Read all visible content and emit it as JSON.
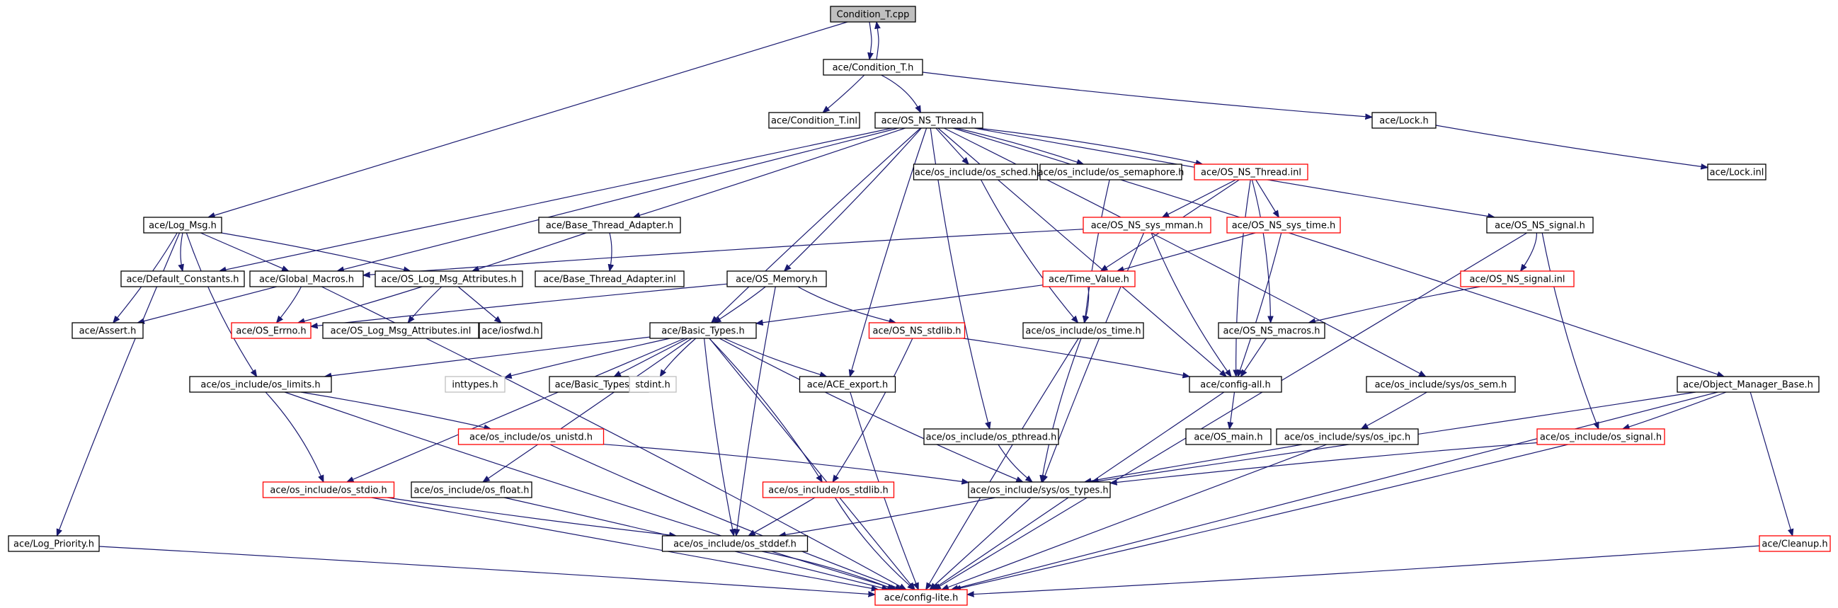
{
  "graph": {
    "nodes": [
      {
        "id": "n0",
        "label": "Condition_T.cpp",
        "style": "root"
      },
      {
        "id": "n1",
        "label": "ace/Condition_T.h",
        "style": "normal"
      },
      {
        "id": "n2",
        "label": "ace/Condition_T.inl",
        "style": "normal"
      },
      {
        "id": "n3",
        "label": "ace/OS_NS_Thread.h",
        "style": "normal"
      },
      {
        "id": "n4",
        "label": "ace/Lock.h",
        "style": "normal"
      },
      {
        "id": "n5",
        "label": "ace/Lock.inl",
        "style": "normal"
      },
      {
        "id": "n6",
        "label": "ace/os_include/os_sched.h",
        "style": "normal"
      },
      {
        "id": "n7",
        "label": "ace/os_include/os_semaphore.h",
        "style": "normal"
      },
      {
        "id": "n8",
        "label": "ace/OS_NS_Thread.inl",
        "style": "red"
      },
      {
        "id": "n9",
        "label": "ace/Log_Msg.h",
        "style": "normal"
      },
      {
        "id": "n10",
        "label": "ace/Base_Thread_Adapter.h",
        "style": "normal"
      },
      {
        "id": "n11",
        "label": "ace/OS_NS_sys_mman.h",
        "style": "red"
      },
      {
        "id": "n12",
        "label": "ace/OS_NS_sys_time.h",
        "style": "red"
      },
      {
        "id": "n13",
        "label": "ace/OS_NS_signal.h",
        "style": "normal"
      },
      {
        "id": "n14",
        "label": "ace/Default_Constants.h",
        "style": "normal"
      },
      {
        "id": "n15",
        "label": "ace/Global_Macros.h",
        "style": "normal"
      },
      {
        "id": "n16",
        "label": "ace/OS_Log_Msg_Attributes.h",
        "style": "normal"
      },
      {
        "id": "n17",
        "label": "ace/Base_Thread_Adapter.inl",
        "style": "normal"
      },
      {
        "id": "n18",
        "label": "ace/OS_Memory.h",
        "style": "normal"
      },
      {
        "id": "n19",
        "label": "ace/Time_Value.h",
        "style": "red"
      },
      {
        "id": "n20",
        "label": "ace/OS_NS_signal.inl",
        "style": "red"
      },
      {
        "id": "n21",
        "label": "ace/Assert.h",
        "style": "normal"
      },
      {
        "id": "n22",
        "label": "ace/OS_Errno.h",
        "style": "red"
      },
      {
        "id": "n23",
        "label": "ace/OS_Log_Msg_Attributes.inl",
        "style": "normal"
      },
      {
        "id": "n24",
        "label": "ace/iosfwd.h",
        "style": "normal"
      },
      {
        "id": "n25",
        "label": "ace/Basic_Types.h",
        "style": "normal"
      },
      {
        "id": "n26",
        "label": "ace/OS_NS_stdlib.h",
        "style": "red"
      },
      {
        "id": "n27",
        "label": "ace/os_include/os_time.h",
        "style": "normal"
      },
      {
        "id": "n28",
        "label": "ace/OS_NS_macros.h",
        "style": "normal"
      },
      {
        "id": "n29",
        "label": "ace/os_include/os_limits.h",
        "style": "normal"
      },
      {
        "id": "n30",
        "label": "inttypes.h",
        "style": "gray"
      },
      {
        "id": "n31",
        "label": "ace/Basic_Types.inl",
        "style": "normal"
      },
      {
        "id": "n32",
        "label": "stdint.h",
        "style": "gray"
      },
      {
        "id": "n33",
        "label": "ace/ACE_export.h",
        "style": "normal"
      },
      {
        "id": "n34",
        "label": "ace/config-all.h",
        "style": "normal"
      },
      {
        "id": "n35",
        "label": "ace/os_include/sys/os_sem.h",
        "style": "normal"
      },
      {
        "id": "n36",
        "label": "ace/Object_Manager_Base.h",
        "style": "normal"
      },
      {
        "id": "n37",
        "label": "ace/OS_main.h",
        "style": "normal"
      },
      {
        "id": "n38",
        "label": "ace/os_include/os_unistd.h",
        "style": "red"
      },
      {
        "id": "n39",
        "label": "ace/os_include/os_pthread.h",
        "style": "normal"
      },
      {
        "id": "n40",
        "label": "ace/os_include/sys/os_ipc.h",
        "style": "normal"
      },
      {
        "id": "n41",
        "label": "ace/os_include/os_signal.h",
        "style": "red"
      },
      {
        "id": "n42",
        "label": "ace/os_include/os_stdio.h",
        "style": "red"
      },
      {
        "id": "n43",
        "label": "ace/os_include/os_float.h",
        "style": "normal"
      },
      {
        "id": "n44",
        "label": "ace/os_include/os_stdlib.h",
        "style": "red"
      },
      {
        "id": "n45",
        "label": "ace/os_include/sys/os_types.h",
        "style": "normal"
      },
      {
        "id": "n46",
        "label": "ace/Log_Priority.h",
        "style": "normal"
      },
      {
        "id": "n47",
        "label": "ace/os_include/os_stddef.h",
        "style": "normal"
      },
      {
        "id": "n48",
        "label": "ace/Cleanup.h",
        "style": "red"
      },
      {
        "id": "n49",
        "label": "ace/config-lite.h",
        "style": "red"
      }
    ],
    "edges": [
      [
        "n0",
        "n1"
      ],
      [
        "n1",
        "n0"
      ],
      [
        "n0",
        "n9"
      ],
      [
        "n1",
        "n2"
      ],
      [
        "n1",
        "n3"
      ],
      [
        "n1",
        "n4"
      ],
      [
        "n4",
        "n5"
      ],
      [
        "n3",
        "n6"
      ],
      [
        "n3",
        "n7"
      ],
      [
        "n3",
        "n8"
      ],
      [
        "n3",
        "n10"
      ],
      [
        "n3",
        "n13"
      ],
      [
        "n3",
        "n14"
      ],
      [
        "n3",
        "n15"
      ],
      [
        "n3",
        "n18"
      ],
      [
        "n3",
        "n25"
      ],
      [
        "n3",
        "n33"
      ],
      [
        "n3",
        "n34"
      ],
      [
        "n3",
        "n35"
      ],
      [
        "n3",
        "n36"
      ],
      [
        "n3",
        "n39"
      ],
      [
        "n8",
        "n11"
      ],
      [
        "n8",
        "n12"
      ],
      [
        "n8",
        "n19"
      ],
      [
        "n8",
        "n28"
      ],
      [
        "n8",
        "n34"
      ],
      [
        "n9",
        "n14"
      ],
      [
        "n9",
        "n15"
      ],
      [
        "n9",
        "n16"
      ],
      [
        "n9",
        "n21"
      ],
      [
        "n9",
        "n29"
      ],
      [
        "n9",
        "n46"
      ],
      [
        "n10",
        "n16"
      ],
      [
        "n10",
        "n17"
      ],
      [
        "n11",
        "n15"
      ],
      [
        "n11",
        "n34"
      ],
      [
        "n11",
        "n45"
      ],
      [
        "n12",
        "n19"
      ],
      [
        "n12",
        "n34"
      ],
      [
        "n13",
        "n20"
      ],
      [
        "n13",
        "n41"
      ],
      [
        "n13",
        "n49"
      ],
      [
        "n15",
        "n21"
      ],
      [
        "n15",
        "n22"
      ],
      [
        "n15",
        "n49"
      ],
      [
        "n16",
        "n22"
      ],
      [
        "n16",
        "n23"
      ],
      [
        "n16",
        "n24"
      ],
      [
        "n18",
        "n22"
      ],
      [
        "n18",
        "n25"
      ],
      [
        "n18",
        "n26"
      ],
      [
        "n18",
        "n47"
      ],
      [
        "n19",
        "n25"
      ],
      [
        "n19",
        "n27"
      ],
      [
        "n20",
        "n28"
      ],
      [
        "n6",
        "n27"
      ],
      [
        "n7",
        "n27"
      ],
      [
        "n25",
        "n29"
      ],
      [
        "n25",
        "n30"
      ],
      [
        "n25",
        "n31"
      ],
      [
        "n25",
        "n32"
      ],
      [
        "n25",
        "n33"
      ],
      [
        "n25",
        "n42"
      ],
      [
        "n25",
        "n43"
      ],
      [
        "n25",
        "n44"
      ],
      [
        "n25",
        "n45"
      ],
      [
        "n25",
        "n47"
      ],
      [
        "n25",
        "n49"
      ],
      [
        "n26",
        "n34"
      ],
      [
        "n26",
        "n44"
      ],
      [
        "n27",
        "n45"
      ],
      [
        "n27",
        "n49"
      ],
      [
        "n28",
        "n34"
      ],
      [
        "n29",
        "n38"
      ],
      [
        "n29",
        "n42"
      ],
      [
        "n29",
        "n49"
      ],
      [
        "n33",
        "n49"
      ],
      [
        "n34",
        "n37"
      ],
      [
        "n34",
        "n49"
      ],
      [
        "n35",
        "n40"
      ],
      [
        "n36",
        "n41"
      ],
      [
        "n36",
        "n45"
      ],
      [
        "n36",
        "n48"
      ],
      [
        "n36",
        "n49"
      ],
      [
        "n38",
        "n45"
      ],
      [
        "n38",
        "n49"
      ],
      [
        "n39",
        "n45"
      ],
      [
        "n40",
        "n45"
      ],
      [
        "n40",
        "n49"
      ],
      [
        "n41",
        "n45"
      ],
      [
        "n41",
        "n49"
      ],
      [
        "n42",
        "n47"
      ],
      [
        "n42",
        "n49"
      ],
      [
        "n43",
        "n49"
      ],
      [
        "n44",
        "n47"
      ],
      [
        "n44",
        "n49"
      ],
      [
        "n45",
        "n47"
      ],
      [
        "n45",
        "n49"
      ],
      [
        "n46",
        "n49"
      ],
      [
        "n47",
        "n49"
      ],
      [
        "n48",
        "n49"
      ]
    ]
  },
  "colors": {
    "edge": "#191970",
    "root_fill": "#bfbfbf",
    "red_border": "#ff0000",
    "gray_border": "#bfbfbf"
  }
}
